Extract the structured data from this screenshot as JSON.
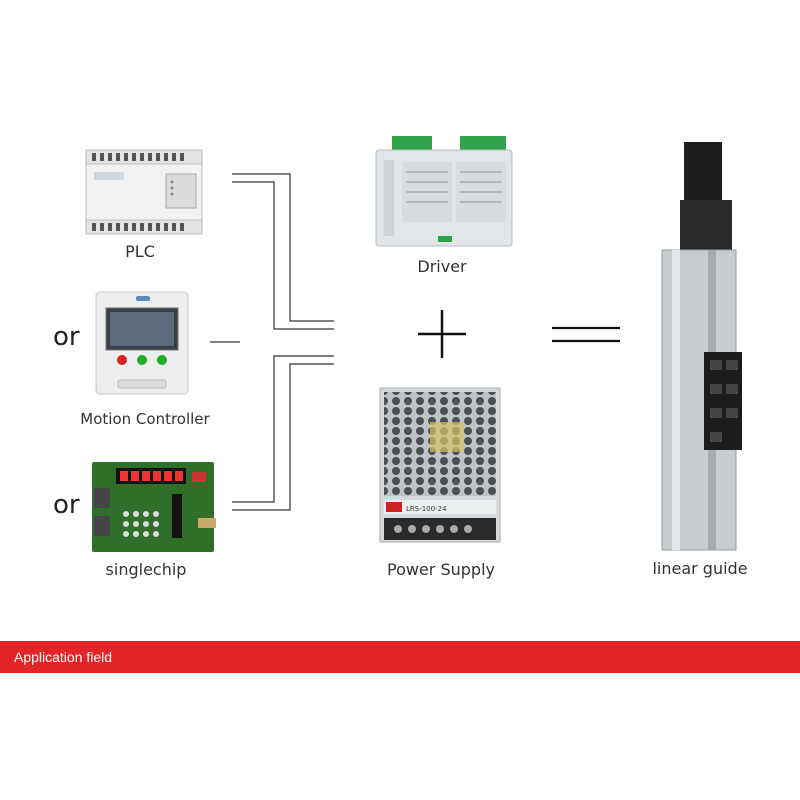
{
  "left_devices": [
    {
      "label": "PLC"
    },
    {
      "label": "Motion Controller"
    },
    {
      "label": "singlechip"
    }
  ],
  "or_word": "or",
  "center_devices": [
    {
      "label": "Driver"
    },
    {
      "label": "Power Supply"
    }
  ],
  "result": {
    "label": "linear guide"
  },
  "operators": {
    "plus": "+",
    "equals": "="
  },
  "banner": {
    "text": "Application field",
    "color": "#e32528"
  },
  "product_labels": {
    "power_supply_model": "LRS-100-24"
  }
}
